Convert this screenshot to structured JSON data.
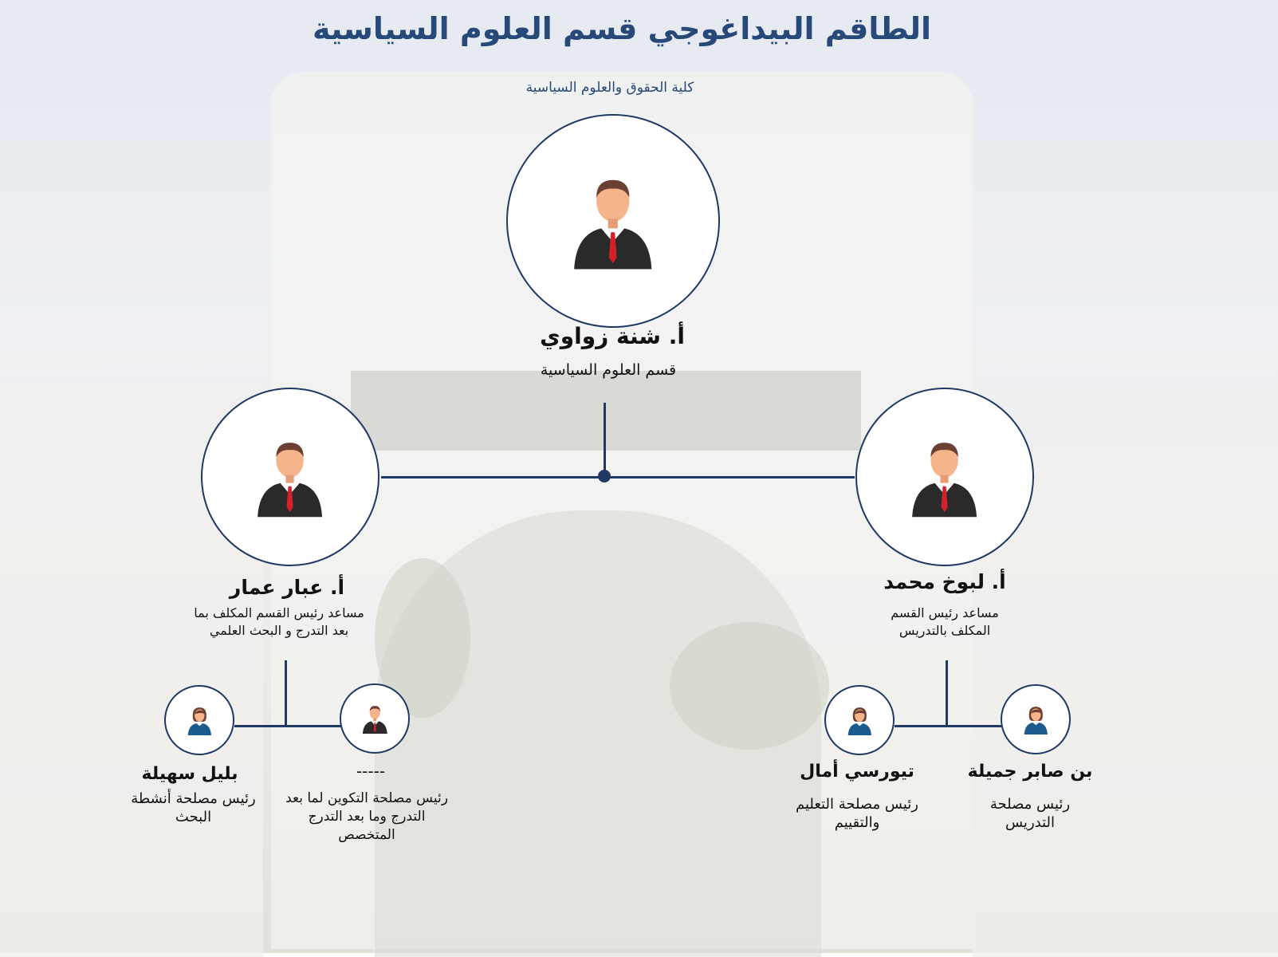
{
  "header": {
    "title": "الطاقم البيداغوجي قسم العلوم السياسية",
    "subtitle": "كلية الحقوق والعلوم السياسية"
  },
  "colors": {
    "accent": "#1f3864",
    "title": "#27497a"
  },
  "head": {
    "name": "أ. شنة زواوي",
    "role": "قسم العلوم السياسية",
    "avatar": "male"
  },
  "left": {
    "name": "أ. عبار عمار",
    "role_lines": [
      "مساعد رئيس القسم المكلف بما",
      "بعد التدرج و البحث العلمي"
    ],
    "avatar": "male"
  },
  "right": {
    "name": "أ. لبوخ محمد",
    "role_lines": [
      "مساعد رئيس القسم",
      "المكلف بالتدريس"
    ],
    "avatar": "male"
  },
  "sub": [
    {
      "name": "بليل سهيلة",
      "role_lines": [
        "رئيس مصلحة أنشطة",
        "البحث"
      ],
      "avatar": "female"
    },
    {
      "name": "-----",
      "role_lines": [
        "رئيس  مصلحة التكوين لما بعد",
        "التدرج وما بعد التدرج",
        "المتخصص"
      ],
      "avatar": "male"
    },
    {
      "name": "تيورسي أمال",
      "role_lines": [
        "رئيس مصلحة التعليم",
        "والتقييم"
      ],
      "avatar": "female"
    },
    {
      "name": "بن صابر جميلة",
      "role_lines": [
        "رئيس مصلحة",
        "التدريس"
      ],
      "avatar": "female"
    }
  ]
}
